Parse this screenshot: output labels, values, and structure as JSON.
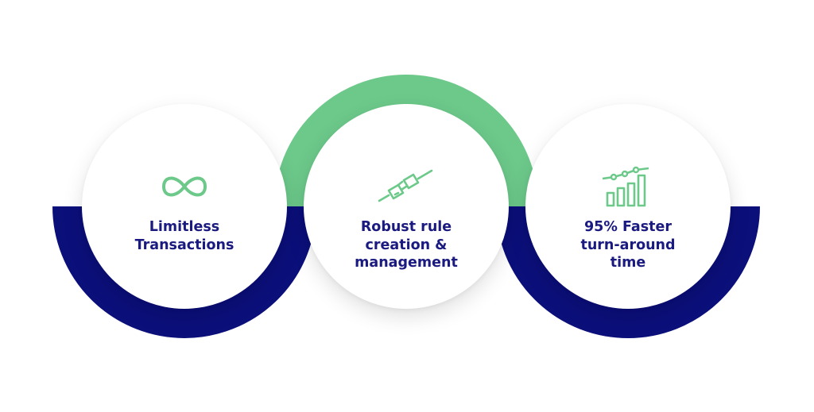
{
  "colors": {
    "navy": "#0b0f7a",
    "green": "#6cc98a",
    "text": "#1a1a80",
    "icon_green": "#6cc98a"
  },
  "items": [
    {
      "label": "Limitless\nTransactions",
      "icon": "infinity-icon"
    },
    {
      "label": "Robust rule\ncreation &\nmanagement",
      "icon": "plug-icon"
    },
    {
      "label": "95% Faster\nturn-around\ntime",
      "icon": "growth-chart-icon"
    }
  ]
}
